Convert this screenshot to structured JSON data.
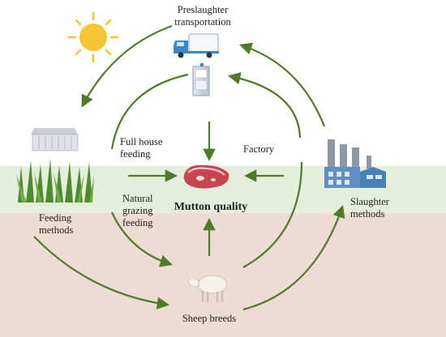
{
  "labels": {
    "transport": [
      "Preslaughter",
      "transportation"
    ],
    "full_house": [
      "Full house",
      "feeding"
    ],
    "factory": "Factory",
    "natural": [
      "Natural",
      "grazing",
      "feeding"
    ],
    "center": "Mutton quality",
    "feeding_methods": [
      "Feeding",
      "methods"
    ],
    "slaughter_methods": [
      "Slaughter",
      "methods"
    ],
    "sheep_breeds": "Sheep breeds"
  },
  "icons": [
    "sun-icon",
    "truck-icon",
    "refrigerator-icon",
    "barn-icon",
    "grass-icon",
    "factory-icon",
    "meat-icon",
    "sheep-icon"
  ],
  "colors": {
    "arrow": "#4f7a2a",
    "ground_top": "#e4eedb",
    "ground_bottom": "#eddcd3",
    "sun": "#f6c534",
    "truck": "#3a86c6"
  }
}
